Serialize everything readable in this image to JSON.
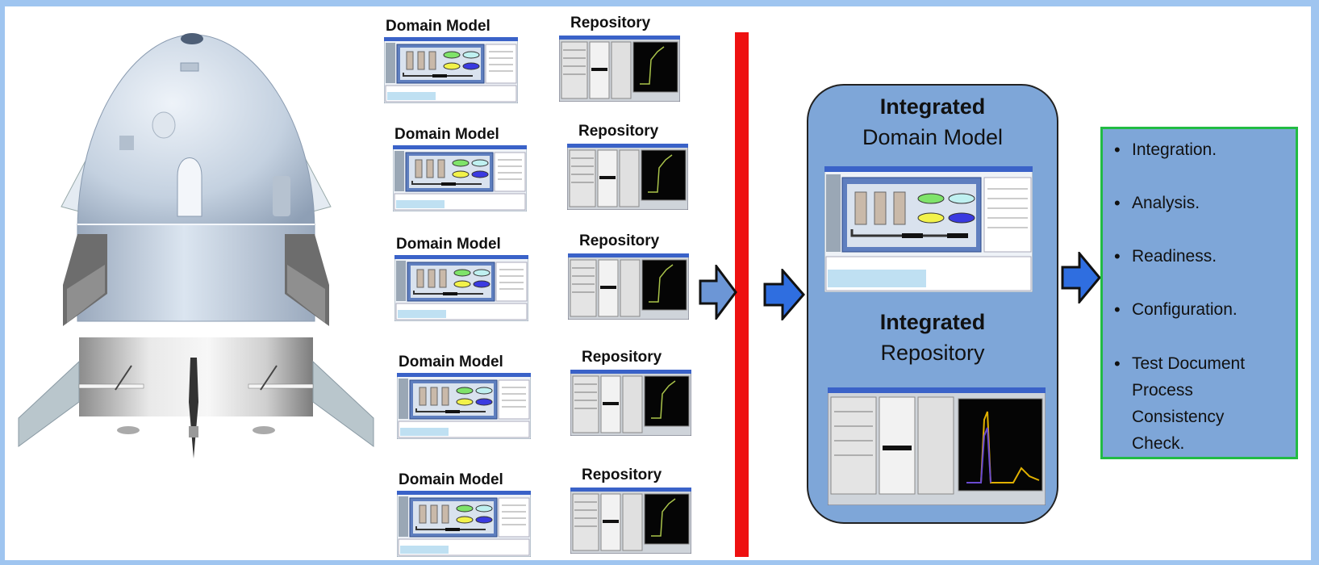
{
  "pairs": [
    {
      "model_label": "Domain Model",
      "repo_label": "Repository"
    },
    {
      "model_label": "Domain Model",
      "repo_label": "Repository"
    },
    {
      "model_label": "Domain Model",
      "repo_label": "Repository"
    },
    {
      "model_label": "Domain Model",
      "repo_label": "Repository"
    },
    {
      "model_label": "Domain Model",
      "repo_label": "Repository"
    }
  ],
  "integrated": {
    "model_title_bold": "Integrated",
    "model_title": "Domain Model",
    "repo_title_bold": "Integrated",
    "repo_title": "Repository"
  },
  "outcomes": [
    "Integration.",
    "Analysis.",
    "Readiness.",
    "Configuration.",
    "Test Document Process Consistency Check."
  ],
  "colors": {
    "frame": "#9fc5f0",
    "divider": "#ee1111",
    "panel": "#7ea6d8",
    "arrow": "#2f6ee0",
    "outcome_border": "#22bb44"
  }
}
